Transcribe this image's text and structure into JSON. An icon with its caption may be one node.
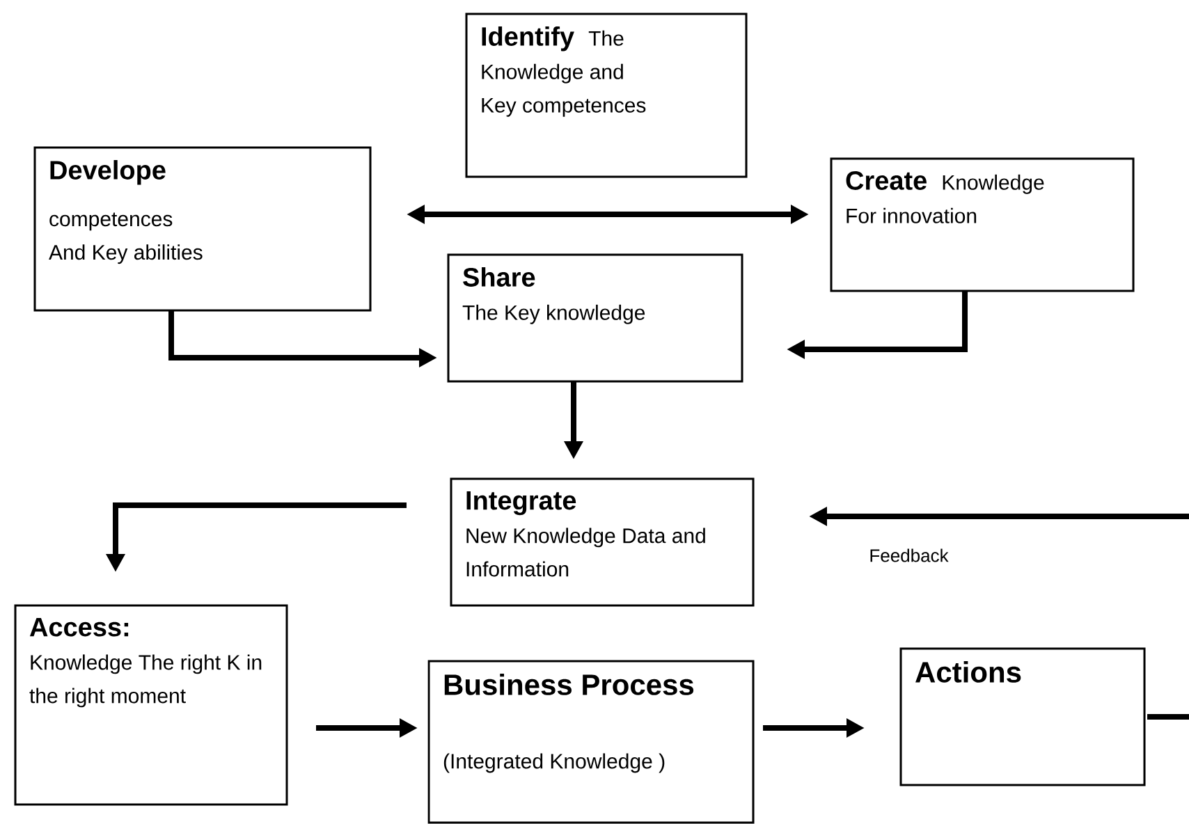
{
  "diagram": {
    "nodes": [
      {
        "text": [
          "Identify",
          "The Knowledge and Key competences"
        ]
      },
      {
        "text": [
          "Develope",
          "competences And Key abilities"
        ]
      },
      {
        "text": [
          "Create",
          "Knowledge For innovation"
        ]
      },
      {
        "text": [
          "Share",
          "The Key knowledge"
        ]
      },
      {
        "text": [
          "Integrate",
          "New Knowledge Data and Information"
        ]
      },
      {
        "text": [
          "Access:",
          "Knowledge The right K in the right moment"
        ]
      },
      {
        "text": [
          "Business Process",
          "(Integrated Knowledge )"
        ]
      },
      {
        "text": [
          "Actions"
        ]
      }
    ],
    "edges": [
      {
        "from": 1,
        "to": 2,
        "arrow": "both"
      },
      {
        "from": 1,
        "to": 3,
        "arrow": "to"
      },
      {
        "from": 2,
        "to": 3,
        "arrow": "to"
      },
      {
        "from": 3,
        "to": 4,
        "arrow": "to"
      },
      {
        "from": 4,
        "to": 5,
        "arrow": "to"
      },
      {
        "from": null,
        "to": 4,
        "arrow": "to",
        "label": "Feedback"
      },
      {
        "from": 5,
        "to": 6,
        "arrow": "to"
      },
      {
        "from": 6,
        "to": 7,
        "arrow": "to"
      },
      {
        "from": 7,
        "to": null,
        "arrow": "none"
      }
    ]
  }
}
